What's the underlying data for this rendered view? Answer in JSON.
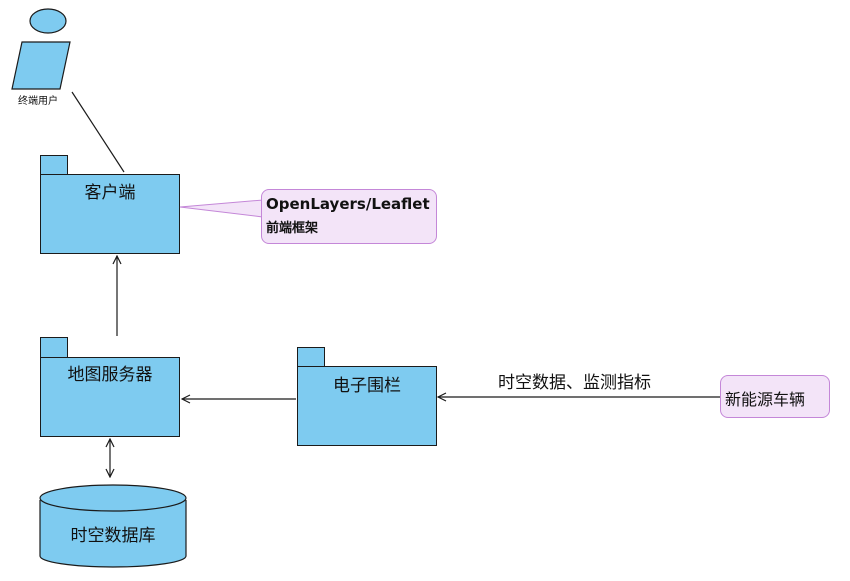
{
  "actor": {
    "label": "终端用户"
  },
  "packages": {
    "client": {
      "label": "客户端"
    },
    "map_server": {
      "label": "地图服务器"
    },
    "geofence": {
      "label": "电子围栏"
    }
  },
  "database": {
    "label": "时空数据库"
  },
  "notes": {
    "framework": {
      "line1": "OpenLayers/Leaflet",
      "line2": "前端框架"
    },
    "vehicle": {
      "label": "新能源车辆"
    }
  },
  "edges": {
    "data_flow_label": "时空数据、监测指标"
  },
  "colors": {
    "package_fill": "#7ecbf0",
    "note_fill": "#f3e4f8",
    "note_border": "#c487d8",
    "line": "#1b1b1b"
  }
}
